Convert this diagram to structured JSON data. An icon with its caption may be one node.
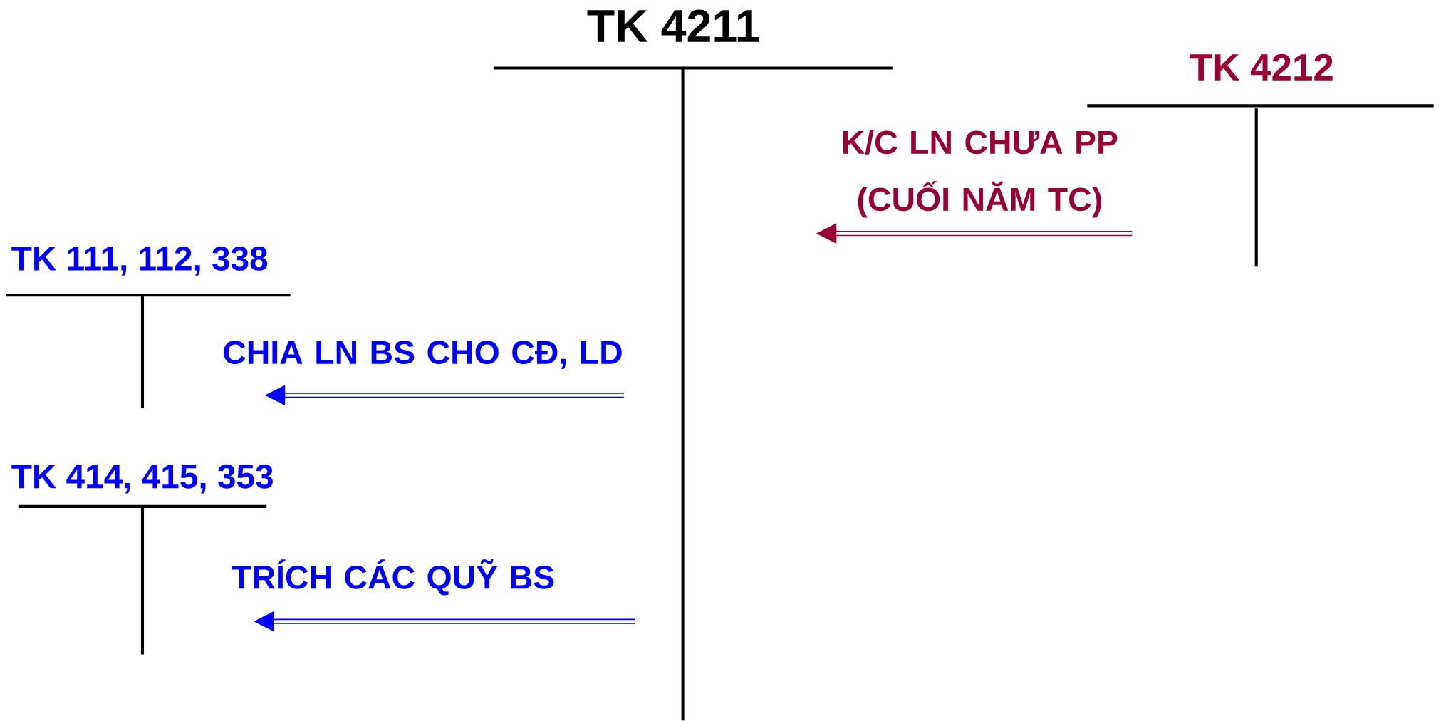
{
  "diagram": {
    "nodes": [
      {
        "text": [
          "TK 4211"
        ]
      },
      {
        "text": [
          "TK 4212"
        ]
      },
      {
        "text": [
          "TK 111, 112, 338"
        ]
      },
      {
        "text": [
          "TK 414, 415, 353"
        ]
      }
    ],
    "edges": [
      {
        "from": 1,
        "to": 0,
        "arrow": "to",
        "label": "K/C LN CHƯA PP (CUỐI NĂM TC)",
        "color": "#990033"
      },
      {
        "from": 0,
        "to": 2,
        "arrow": "to",
        "label": "CHIA LN BS CHO CĐ, LD"
      },
      {
        "from": 0,
        "to": 3,
        "arrow": "to",
        "label": "TRÍCH CÁC QUỸ BS"
      }
    ]
  }
}
